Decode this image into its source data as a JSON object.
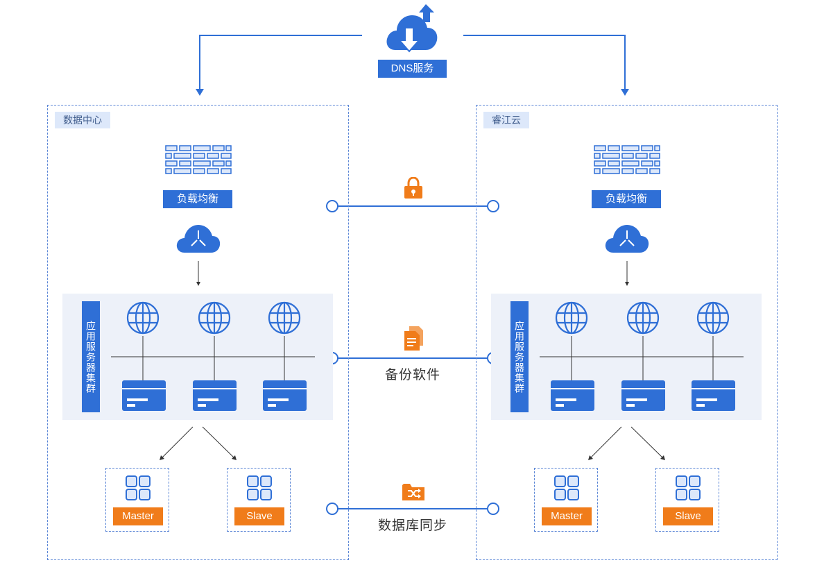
{
  "dns": {
    "label": "DNS服务"
  },
  "left": {
    "title": "数据中心",
    "lb_label": "负载均衡",
    "cluster_label": "应用服务器集群",
    "db": [
      {
        "label": "Master"
      },
      {
        "label": "Slave"
      }
    ]
  },
  "right": {
    "title": "睿江云",
    "lb_label": "负载均衡",
    "cluster_label": "应用服务器集群",
    "db": [
      {
        "label": "Master"
      },
      {
        "label": "Slave"
      }
    ]
  },
  "connections": {
    "secure": {
      "label": ""
    },
    "backup": {
      "label": "备份软件"
    },
    "db_sync": {
      "label": "数据库同步"
    }
  },
  "colors": {
    "blue": "#2f6fd6",
    "orange": "#f07c1a",
    "cluster_bg": "#edf1f9",
    "dash": "#5b86d6"
  }
}
